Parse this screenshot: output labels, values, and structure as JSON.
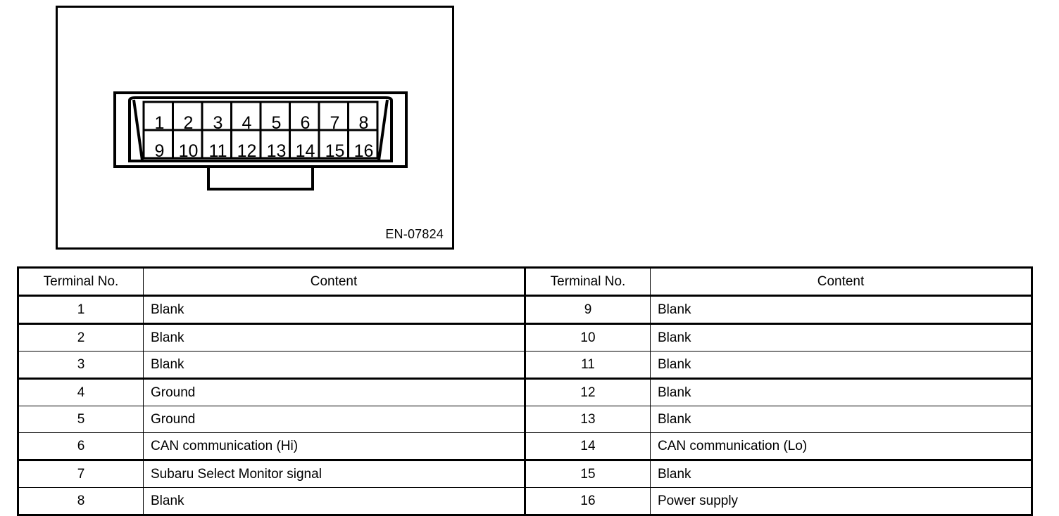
{
  "figure": {
    "code_label": "EN-07824",
    "connector": {
      "name": "obd-data-link-connector",
      "rows": [
        [
          "1",
          "2",
          "3",
          "4",
          "5",
          "6",
          "7",
          "8"
        ],
        [
          "9",
          "10",
          "11",
          "12",
          "13",
          "14",
          "15",
          "16"
        ]
      ]
    }
  },
  "table": {
    "headers": {
      "terminal": "Terminal No.",
      "content": "Content"
    },
    "left_rows": [
      {
        "terminal": "1",
        "content": "Blank"
      },
      {
        "terminal": "2",
        "content": "Blank"
      },
      {
        "terminal": "3",
        "content": "Blank"
      },
      {
        "terminal": "4",
        "content": "Ground"
      },
      {
        "terminal": "5",
        "content": "Ground"
      },
      {
        "terminal": "6",
        "content": "CAN communication (Hi)"
      },
      {
        "terminal": "7",
        "content": "Subaru Select Monitor signal"
      },
      {
        "terminal": "8",
        "content": "Blank"
      }
    ],
    "right_rows": [
      {
        "terminal": "9",
        "content": "Blank"
      },
      {
        "terminal": "10",
        "content": "Blank"
      },
      {
        "terminal": "11",
        "content": "Blank"
      },
      {
        "terminal": "12",
        "content": "Blank"
      },
      {
        "terminal": "13",
        "content": "Blank"
      },
      {
        "terminal": "14",
        "content": "CAN communication (Lo)"
      },
      {
        "terminal": "15",
        "content": "Blank"
      },
      {
        "terminal": "16",
        "content": "Power supply"
      }
    ]
  },
  "colors": {
    "ink": "#000000",
    "paper": "#ffffff"
  }
}
